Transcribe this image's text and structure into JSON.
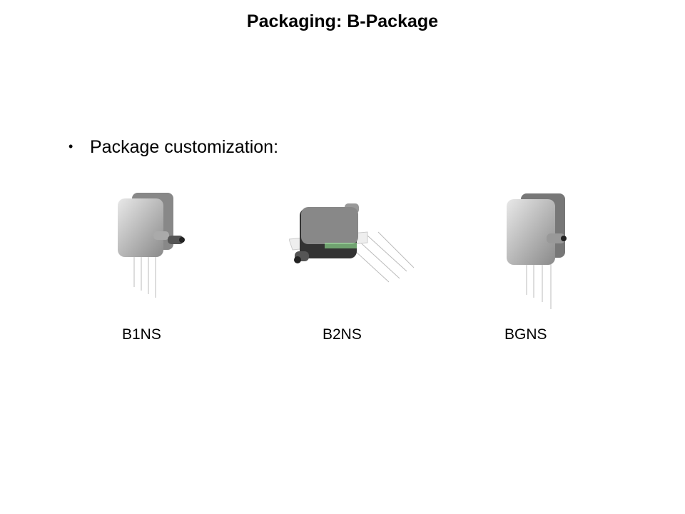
{
  "title": "Packaging: B-Package",
  "bullet": {
    "marker": "•",
    "text": "Package customization:"
  },
  "packages": [
    {
      "label": "B1NS"
    },
    {
      "label": "B2NS"
    },
    {
      "label": "BGNS"
    }
  ]
}
